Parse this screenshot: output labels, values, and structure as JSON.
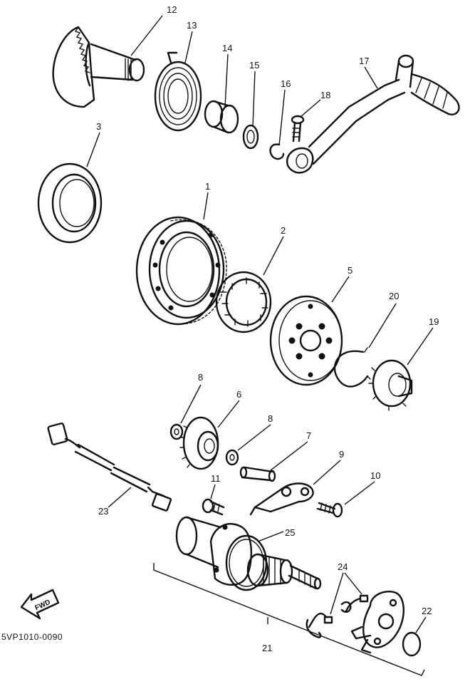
{
  "diagram": {
    "code": "5VP1010-0090",
    "fwd_label": "FWD",
    "labels": {
      "p1": "1",
      "p2": "2",
      "p3": "3",
      "p5": "5",
      "p6": "6",
      "p7": "7",
      "p8a": "8",
      "p8b": "8",
      "p9": "9",
      "p10": "10",
      "p11": "11",
      "p12": "12",
      "p13": "13",
      "p14": "14",
      "p15": "15",
      "p16": "16",
      "p17": "17",
      "p18": "18",
      "p19": "19",
      "p20": "20",
      "p21": "21",
      "p22": "22",
      "p23": "23",
      "p24": "24",
      "p25": "25"
    }
  }
}
